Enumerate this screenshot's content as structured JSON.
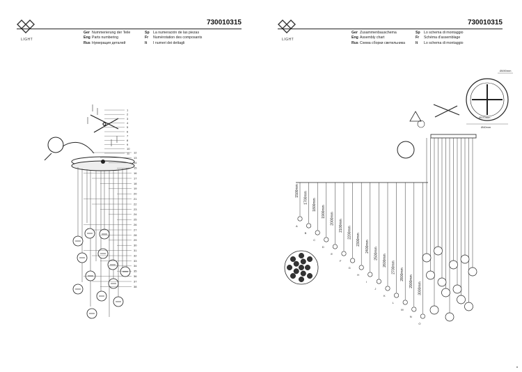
{
  "left_page": {
    "code": "730010315",
    "logo_text": "LIGHT",
    "langs_col1": [
      {
        "code": "Ger",
        "text": "Nummerierung der Teile"
      },
      {
        "code": "Eng",
        "text": "Parts numbering"
      },
      {
        "code": "Rus",
        "text": "Нумерация деталей"
      }
    ],
    "langs_col2": [
      {
        "code": "Sp",
        "text": "La numeración de las piezas"
      },
      {
        "code": "Fr",
        "text": "Numérotation des composants"
      },
      {
        "code": "It",
        "text": "I numeri dei dettagli"
      }
    ],
    "part_numbers": [
      "1",
      "2",
      "3",
      "4",
      "5",
      "6",
      "7",
      "8",
      "9",
      "10",
      "11",
      "12",
      "13",
      "14",
      "15",
      "16",
      "17",
      "18",
      "19",
      "20",
      "21",
      "22",
      "23",
      "24",
      "25",
      "26",
      "27",
      "28",
      "29",
      "30",
      "31",
      "32",
      "33",
      "34",
      "35",
      "36",
      "37",
      "38"
    ]
  },
  "right_page": {
    "code": "730010315",
    "logo_text": "LIGHT",
    "langs_col1": [
      {
        "code": "Ger",
        "text": "Zusammenbauschema"
      },
      {
        "code": "Eng",
        "text": "Assembly chart"
      },
      {
        "code": "Rus",
        "text": "Схема сборки светильника"
      }
    ],
    "langs_col2": [
      {
        "code": "Sp",
        "text": "Lo schema di montaggio"
      },
      {
        "code": "Fr",
        "text": "Schéma d'assemblage"
      },
      {
        "code": "It",
        "text": "Lo schema di montaggio"
      }
    ],
    "lengths": [
      "1500mm",
      "1700mm",
      "1800mm",
      "1900mm",
      "2000mm",
      "2100mm",
      "2200mm",
      "2300mm",
      "2400mm",
      "2500mm",
      "2600mm",
      "2700mm",
      "2800mm",
      "2900mm",
      "3000mm"
    ],
    "pendant_letters": [
      "A",
      "B",
      "C",
      "D",
      "E",
      "F",
      "G",
      "H",
      "I",
      "J",
      "K",
      "L",
      "M",
      "N",
      "O"
    ],
    "dim_labels": [
      "Ø490mm",
      "Ø370mm",
      "Ø40mm"
    ]
  }
}
